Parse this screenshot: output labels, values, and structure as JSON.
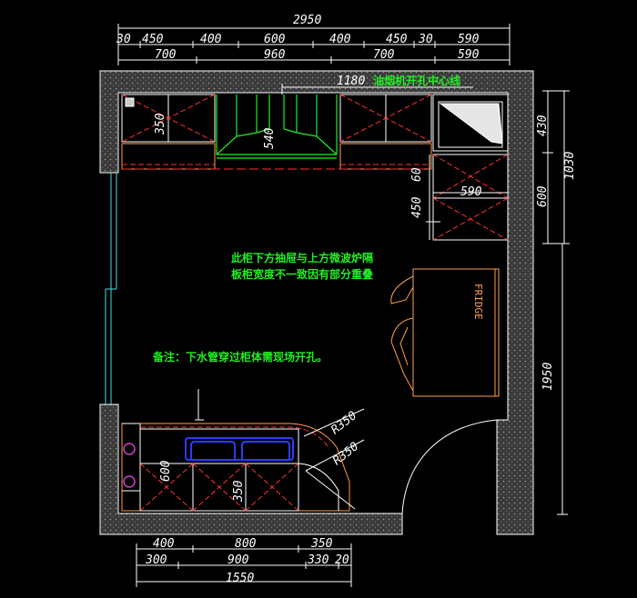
{
  "top_dimensions": {
    "overall": "2950",
    "row1": [
      "30",
      "450",
      "400",
      "600",
      "400",
      "450",
      "30",
      "590"
    ],
    "row2": [
      "700",
      "960",
      "700",
      "590"
    ]
  },
  "bottom_dimensions": {
    "row1": [
      "400",
      "800",
      "350"
    ],
    "row2": [
      "300",
      "900",
      "330",
      "20"
    ],
    "overall": "1550"
  },
  "right_dimensions": {
    "inner": [
      "430",
      "600"
    ],
    "outer": [
      "1030",
      "1950"
    ]
  },
  "interior_dimensions": {
    "hood_line": "1180",
    "upper_left_depth": "350",
    "hood_depth": "540",
    "upper_right_gap": "60",
    "right_cabinet_width": "590",
    "right_cabinet_depth": "450",
    "bottom_depth": "600",
    "sink_depth": "350",
    "radius_1": "R350",
    "radius_2": "R350"
  },
  "notes": {
    "hood_centerline": "油烟机开孔中心线",
    "drawer_note_line1": "此柜下方抽屉与上方微波炉隔",
    "drawer_note_line2": "板柜宽度不一致因有部分重叠",
    "remark": "备注：下水管穿过柜体需现场开孔。"
  },
  "labels": {
    "fridge": "FRIDGE"
  },
  "colors": {
    "background": "#000000",
    "wall_fill": "#555555",
    "dimension_lines": "#ffffff",
    "cabinet_outline": "#ff9f4a",
    "cut_lines": "#ff3030",
    "hood": "#22ee22",
    "sink": "#2a3cff",
    "window": "#3fe0e0",
    "burner": "#d040d0"
  }
}
